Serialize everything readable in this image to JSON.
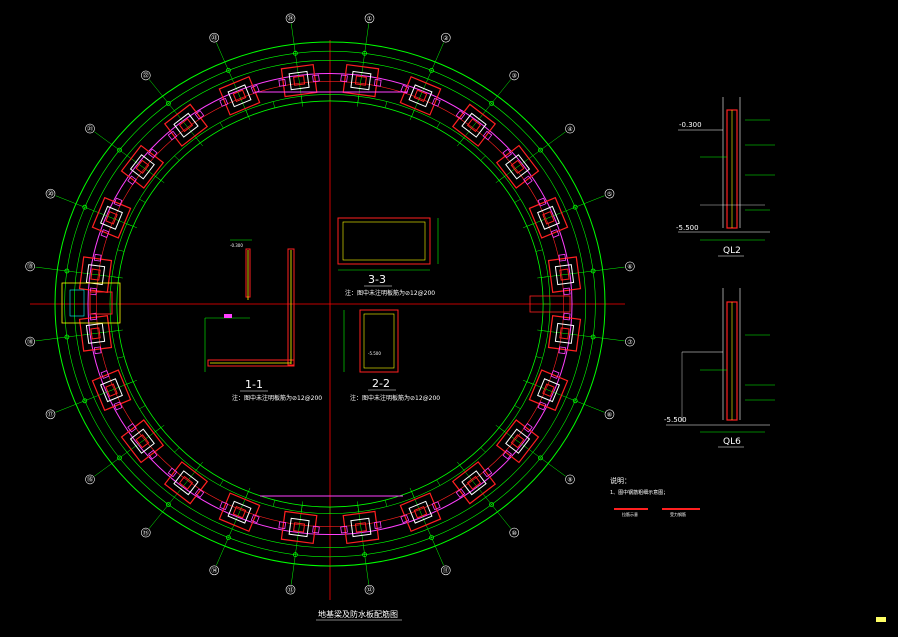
{
  "drawing": {
    "title": "地基梁及防水板配筋图",
    "colors": {
      "background": "#000000",
      "ring": "#00ff00",
      "column": "#ff2020",
      "beam_pink": "#ff40ff",
      "axis": "#ff0000",
      "text": "#ffffff",
      "accent": "#ffff00",
      "cyan": "#00ffff"
    },
    "axis_bubbles": [
      "①",
      "②",
      "③",
      "④",
      "⑤",
      "⑥",
      "⑦",
      "⑧",
      "⑨",
      "⑩",
      "⑪",
      "⑫",
      "⑬",
      "⑭",
      "⑮",
      "⑯",
      "⑰",
      "⑱",
      "⑲",
      "⑳",
      "㉑",
      "㉒",
      "㉓",
      "㉔"
    ]
  },
  "sections": [
    {
      "label": "1-1",
      "note": "注：图中未注明板筋为⊘12@200"
    },
    {
      "label": "2-2",
      "note": "注：图中未注明板筋为⊘12@200"
    },
    {
      "label": "3-3",
      "note": "注：图中未注明板筋为⊘12@200"
    }
  ],
  "details": [
    {
      "label": "QL2",
      "elev_top": "-0.300",
      "elev_bottom": "-5.500"
    },
    {
      "label": "QL6",
      "elev_bottom": "-5.500"
    }
  ],
  "notes": {
    "heading": "说明：",
    "item1": "1、图中钢筋粗细示意图；",
    "legend": [
      "拉筋示意",
      "受力钢筋"
    ]
  }
}
